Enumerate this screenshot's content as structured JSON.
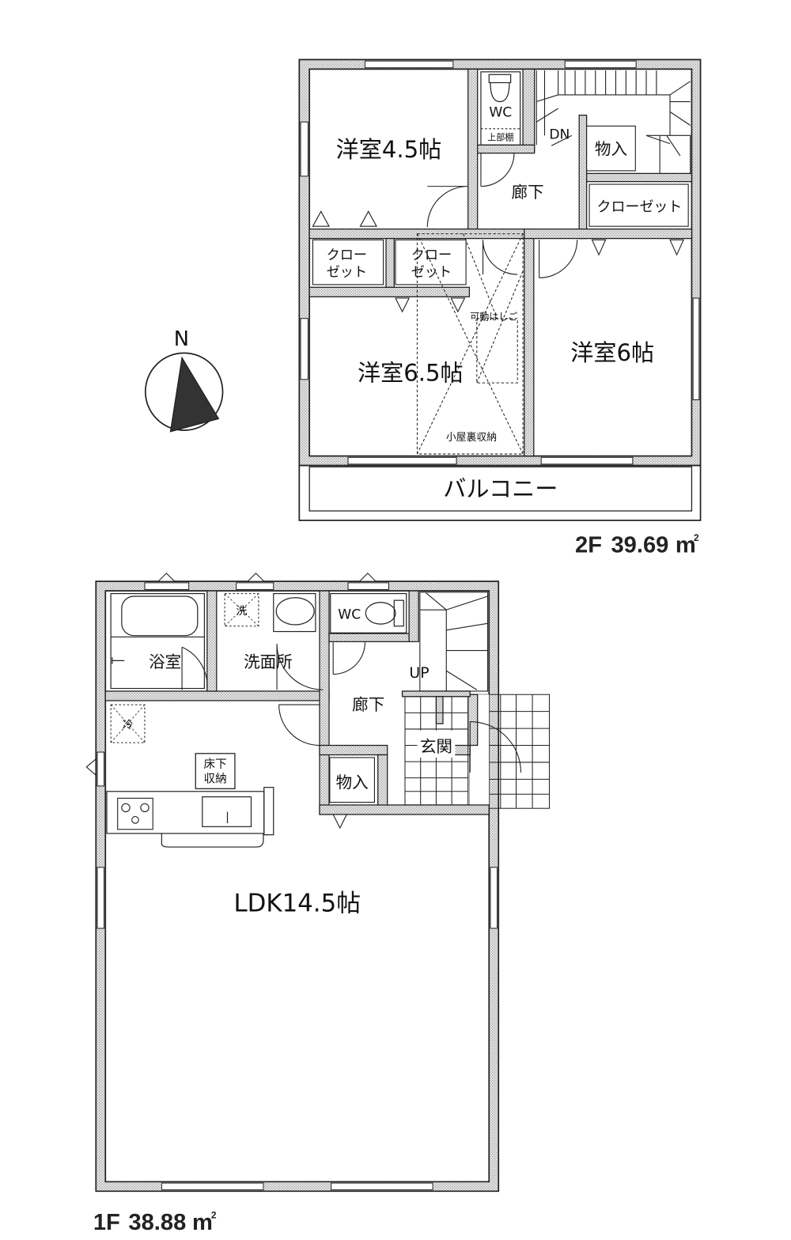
{
  "floor2": {
    "rooms": {
      "western_room_4_5": "洋室4.5帖",
      "western_room_6_5": "洋室6.5帖",
      "western_room_6": "洋室6帖",
      "wc": "WC",
      "upper_shelf": "上部棚",
      "dn": "DN",
      "storage": "物入",
      "hallway": "廊下",
      "closet_long": "クローゼット",
      "closet_a_top": "クロー",
      "closet_a_bottom": "ゼット",
      "closet_b_top": "クロー",
      "closet_b_bottom": "ゼット",
      "movable_ladder": "可動はしご",
      "attic_storage": "小屋裏収納",
      "balcony": "バルコニー"
    },
    "area_label": "2F",
    "area_value": "39.69",
    "area_unit": "m",
    "area_sup": "2"
  },
  "floor1": {
    "rooms": {
      "bathroom": "浴室",
      "washroom": "洗面所",
      "washer": "洗",
      "wc": "WC",
      "up": "UP",
      "hallway": "廊下",
      "fridge": "冷",
      "underfloor_top": "床下",
      "underfloor_bottom": "収納",
      "entrance": "玄関",
      "storage": "物入",
      "ldk": "LDK14.5帖"
    },
    "area_label": "1F",
    "area_value": "38.88",
    "area_unit": "m",
    "area_sup": "2"
  },
  "compass": {
    "label": "N"
  }
}
